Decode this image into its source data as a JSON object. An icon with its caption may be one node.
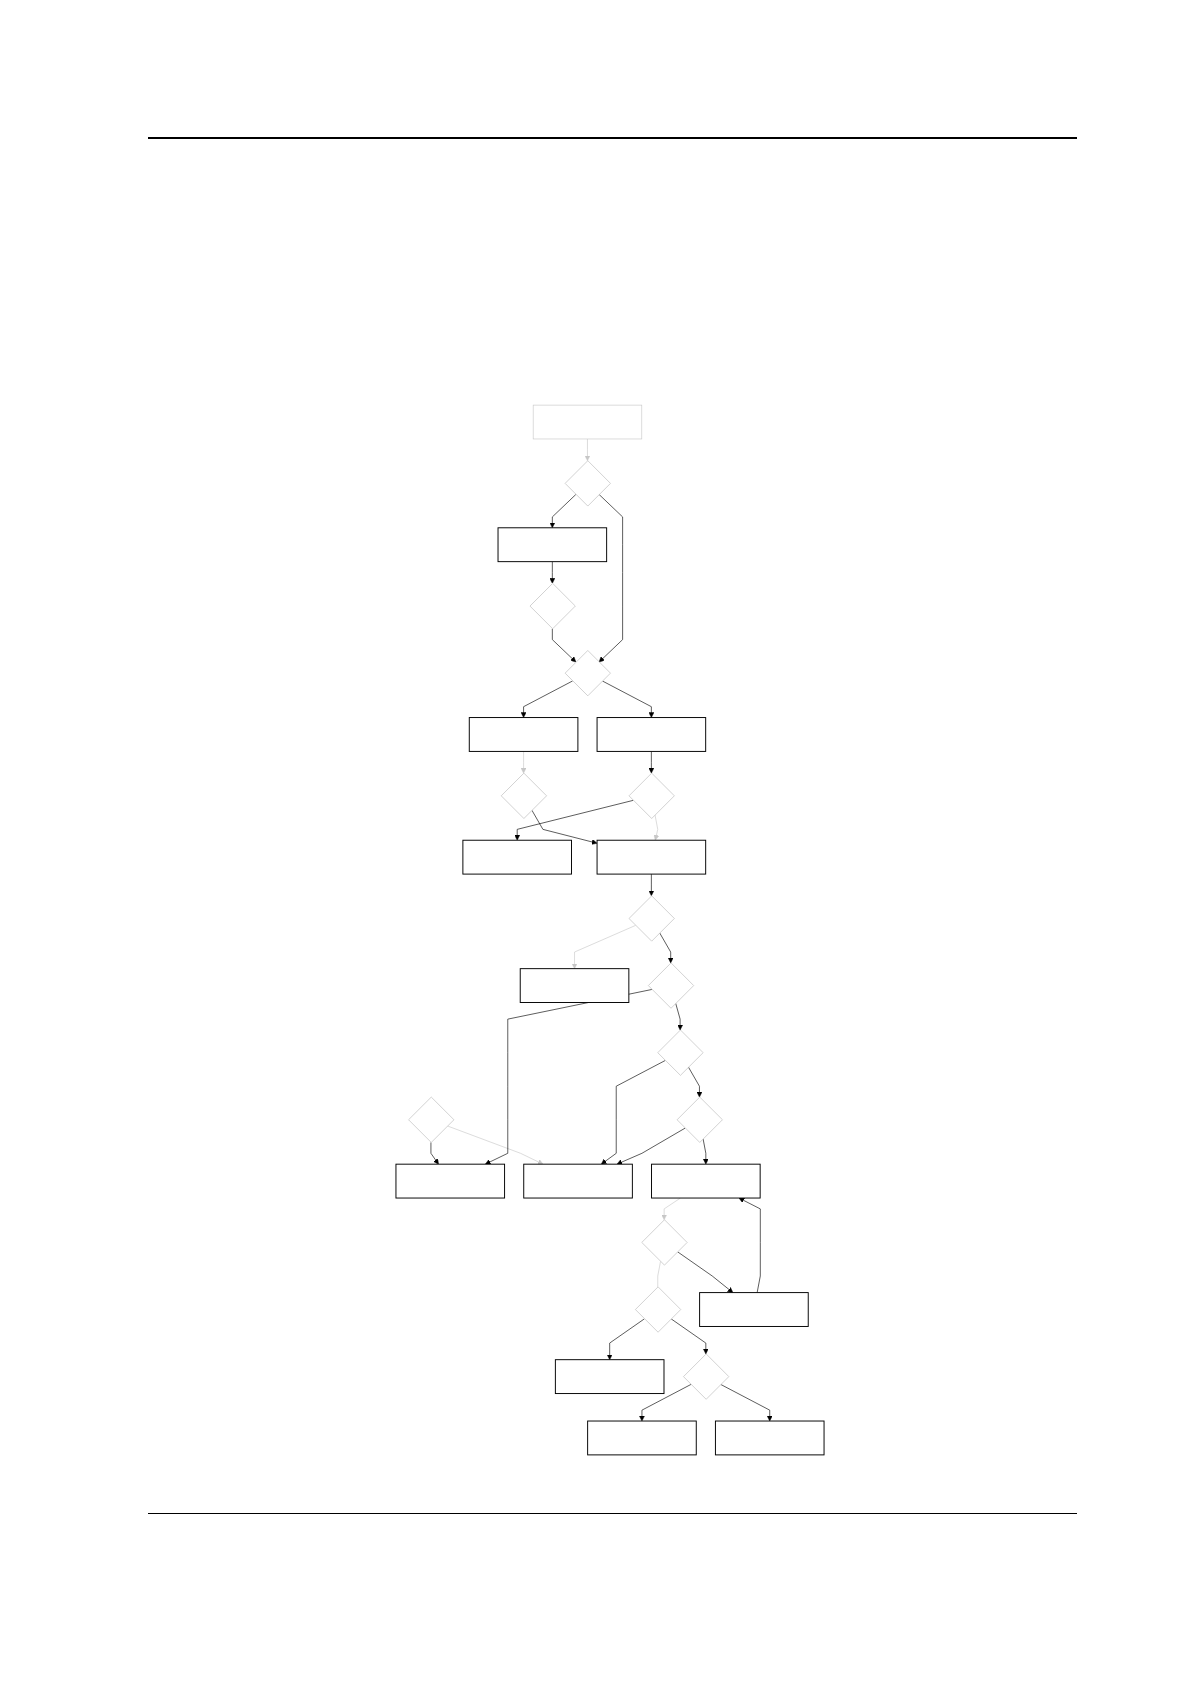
{
  "diagram": {
    "nodes": [
      {
        "text": [],
        "shape": "box"
      },
      {
        "text": [],
        "shape": "diamond"
      },
      {
        "text": [],
        "shape": "box"
      },
      {
        "text": [],
        "shape": "diamond"
      },
      {
        "text": [],
        "shape": "diamond"
      },
      {
        "text": [],
        "shape": "box"
      },
      {
        "text": [],
        "shape": "box"
      },
      {
        "text": [],
        "shape": "diamond"
      },
      {
        "text": [],
        "shape": "diamond"
      },
      {
        "text": [],
        "shape": "box"
      },
      {
        "text": [],
        "shape": "box"
      },
      {
        "text": [],
        "shape": "diamond"
      },
      {
        "text": [],
        "shape": "box"
      },
      {
        "text": [],
        "shape": "diamond"
      },
      {
        "text": [],
        "shape": "diamond"
      },
      {
        "text": [],
        "shape": "box"
      },
      {
        "text": [],
        "shape": "diamond"
      },
      {
        "text": [],
        "shape": "diamond"
      },
      {
        "text": [],
        "shape": "box"
      },
      {
        "text": [],
        "shape": "box"
      },
      {
        "text": [],
        "shape": "diamond"
      },
      {
        "text": [],
        "shape": "box"
      },
      {
        "text": [],
        "shape": "diamond"
      },
      {
        "text": [],
        "shape": "box"
      },
      {
        "text": [],
        "shape": "diamond"
      },
      {
        "text": [],
        "shape": "box"
      },
      {
        "text": [],
        "shape": "box"
      }
    ],
    "edges": [
      {
        "from": 0,
        "to": 1,
        "arrow": "to",
        "color": "#c8c8c8"
      },
      {
        "from": 1,
        "to": 2,
        "arrow": "to"
      },
      {
        "from": 2,
        "to": 3,
        "arrow": "to"
      },
      {
        "from": 3,
        "to": 4,
        "arrow": "to"
      },
      {
        "from": 1,
        "to": 4,
        "arrow": "to"
      },
      {
        "from": 4,
        "to": 5,
        "arrow": "to"
      },
      {
        "from": 5,
        "to": 8,
        "arrow": "to"
      },
      {
        "from": 8,
        "to": 9,
        "arrow": "to"
      },
      {
        "from": 4,
        "to": 6,
        "arrow": "to"
      },
      {
        "from": 6,
        "to": 7,
        "arrow": "to",
        "color": "#c8c8c8"
      },
      {
        "from": 7,
        "to": 10,
        "arrow": "to"
      },
      {
        "from": 8,
        "to": 10,
        "arrow": "to",
        "color": "#c8c8c8"
      },
      {
        "from": 10,
        "to": 11,
        "arrow": "to"
      },
      {
        "from": 11,
        "to": 12,
        "arrow": "to",
        "color": "#c8c8c8"
      },
      {
        "from": 11,
        "to": 14,
        "arrow": "to"
      },
      {
        "from": 13,
        "to": 15,
        "arrow": "to"
      },
      {
        "from": 13,
        "to": 18,
        "arrow": "to",
        "color": "#c8c8c8"
      },
      {
        "from": 14,
        "to": 15,
        "arrow": "to"
      },
      {
        "from": 14,
        "to": 16,
        "arrow": "to"
      },
      {
        "from": 16,
        "to": 18,
        "arrow": "to"
      },
      {
        "from": 16,
        "to": 17,
        "arrow": "to"
      },
      {
        "from": 17,
        "to": 18,
        "arrow": "to"
      },
      {
        "from": 17,
        "to": 19,
        "arrow": "to"
      },
      {
        "from": 19,
        "to": 22,
        "arrow": "to",
        "color": "#c8c8c8"
      },
      {
        "from": 22,
        "to": 23,
        "arrow": "to"
      },
      {
        "from": 23,
        "to": 19,
        "arrow": "to"
      },
      {
        "from": 22,
        "to": 20,
        "arrow": "none",
        "color": "#c8c8c8"
      },
      {
        "from": 20,
        "to": 21,
        "arrow": "to"
      },
      {
        "from": 20,
        "to": 24,
        "arrow": "to"
      },
      {
        "from": 24,
        "to": 25,
        "arrow": "to"
      },
      {
        "from": 24,
        "to": 26,
        "arrow": "to"
      }
    ]
  }
}
